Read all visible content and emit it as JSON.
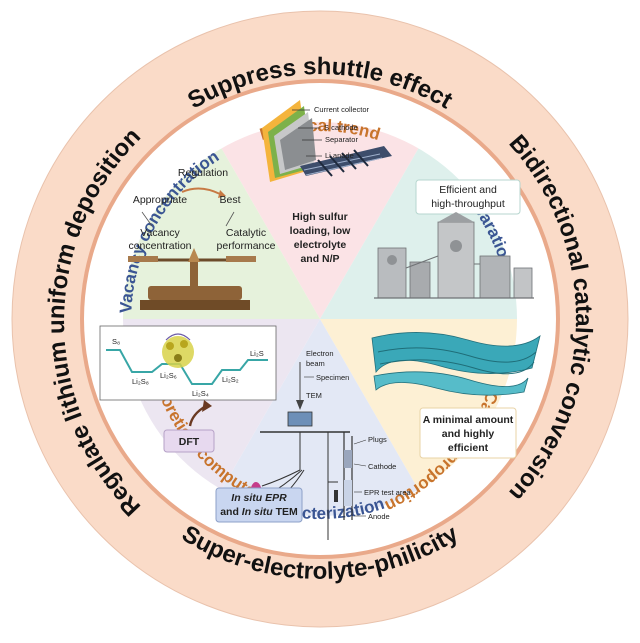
{
  "outer_ring": {
    "top": "Suppress shuttle effect",
    "right": "Bidirectional catalytic conversion",
    "bottom": "Super-electrolyte-philicity",
    "left": "Regulate lithium uniform deposition"
  },
  "inner_ring": {
    "top": "Practical trend",
    "top_right": "Preparation",
    "bottom_right": "Catalyst proportion",
    "bottom": "Characterization",
    "bottom_left": "Theoretical computation",
    "top_left": "Vacancy concentration"
  },
  "practical": {
    "labels": [
      "Current collector",
      "S cathode",
      "Separator",
      "Li anode"
    ],
    "caption": [
      "High sulfur",
      "loading, low",
      "electrolyte",
      "and N/P"
    ]
  },
  "preparation": {
    "caption": [
      "Efficient and",
      "high-throughput"
    ]
  },
  "proportion": {
    "caption": [
      "A minimal amount",
      "and highly",
      "efficient"
    ]
  },
  "characterization": {
    "caption_line1": "In situ EPR",
    "caption_line2_a": "and ",
    "caption_line2_b": "In situ",
    "caption_line2_c": " TEM",
    "labels": {
      "electron": "Electron",
      "beam": "beam",
      "specimen": "Specimen",
      "tem": "TEM",
      "plugs": "Plugs",
      "cathode": "Cathode",
      "epr": "EPR test area",
      "anode": "Anode"
    }
  },
  "theoretical": {
    "caption": "DFT",
    "species": {
      "s8": "S₈",
      "li2s8": "Li₂S₈",
      "li2s6": "Li₂S₆",
      "li2s4": "Li₂S₄",
      "li2s2": "Li₂S₂",
      "li2s": "Li₂S"
    }
  },
  "vacancy": {
    "regulation": "Regulation",
    "appropriate": "Appropriate",
    "best": "Best",
    "left_pan": [
      "Vacancy",
      "concentration"
    ],
    "right_pan": [
      "Catalytic",
      "performance"
    ]
  },
  "colors": {
    "outer_ring": "#fadbc8",
    "inner_ring": "#ffffff",
    "inner_text_orange": "#c8742c",
    "inner_text_blue": "#3a5593",
    "sector_top": "#fbe3e6",
    "sector_top_right": "#def0ec",
    "sector_bottom_right": "#fdf0d4",
    "sector_bottom": "#e3e8f5",
    "sector_bottom_left": "#ece6f1",
    "sector_top_left": "#e6f2dc"
  }
}
